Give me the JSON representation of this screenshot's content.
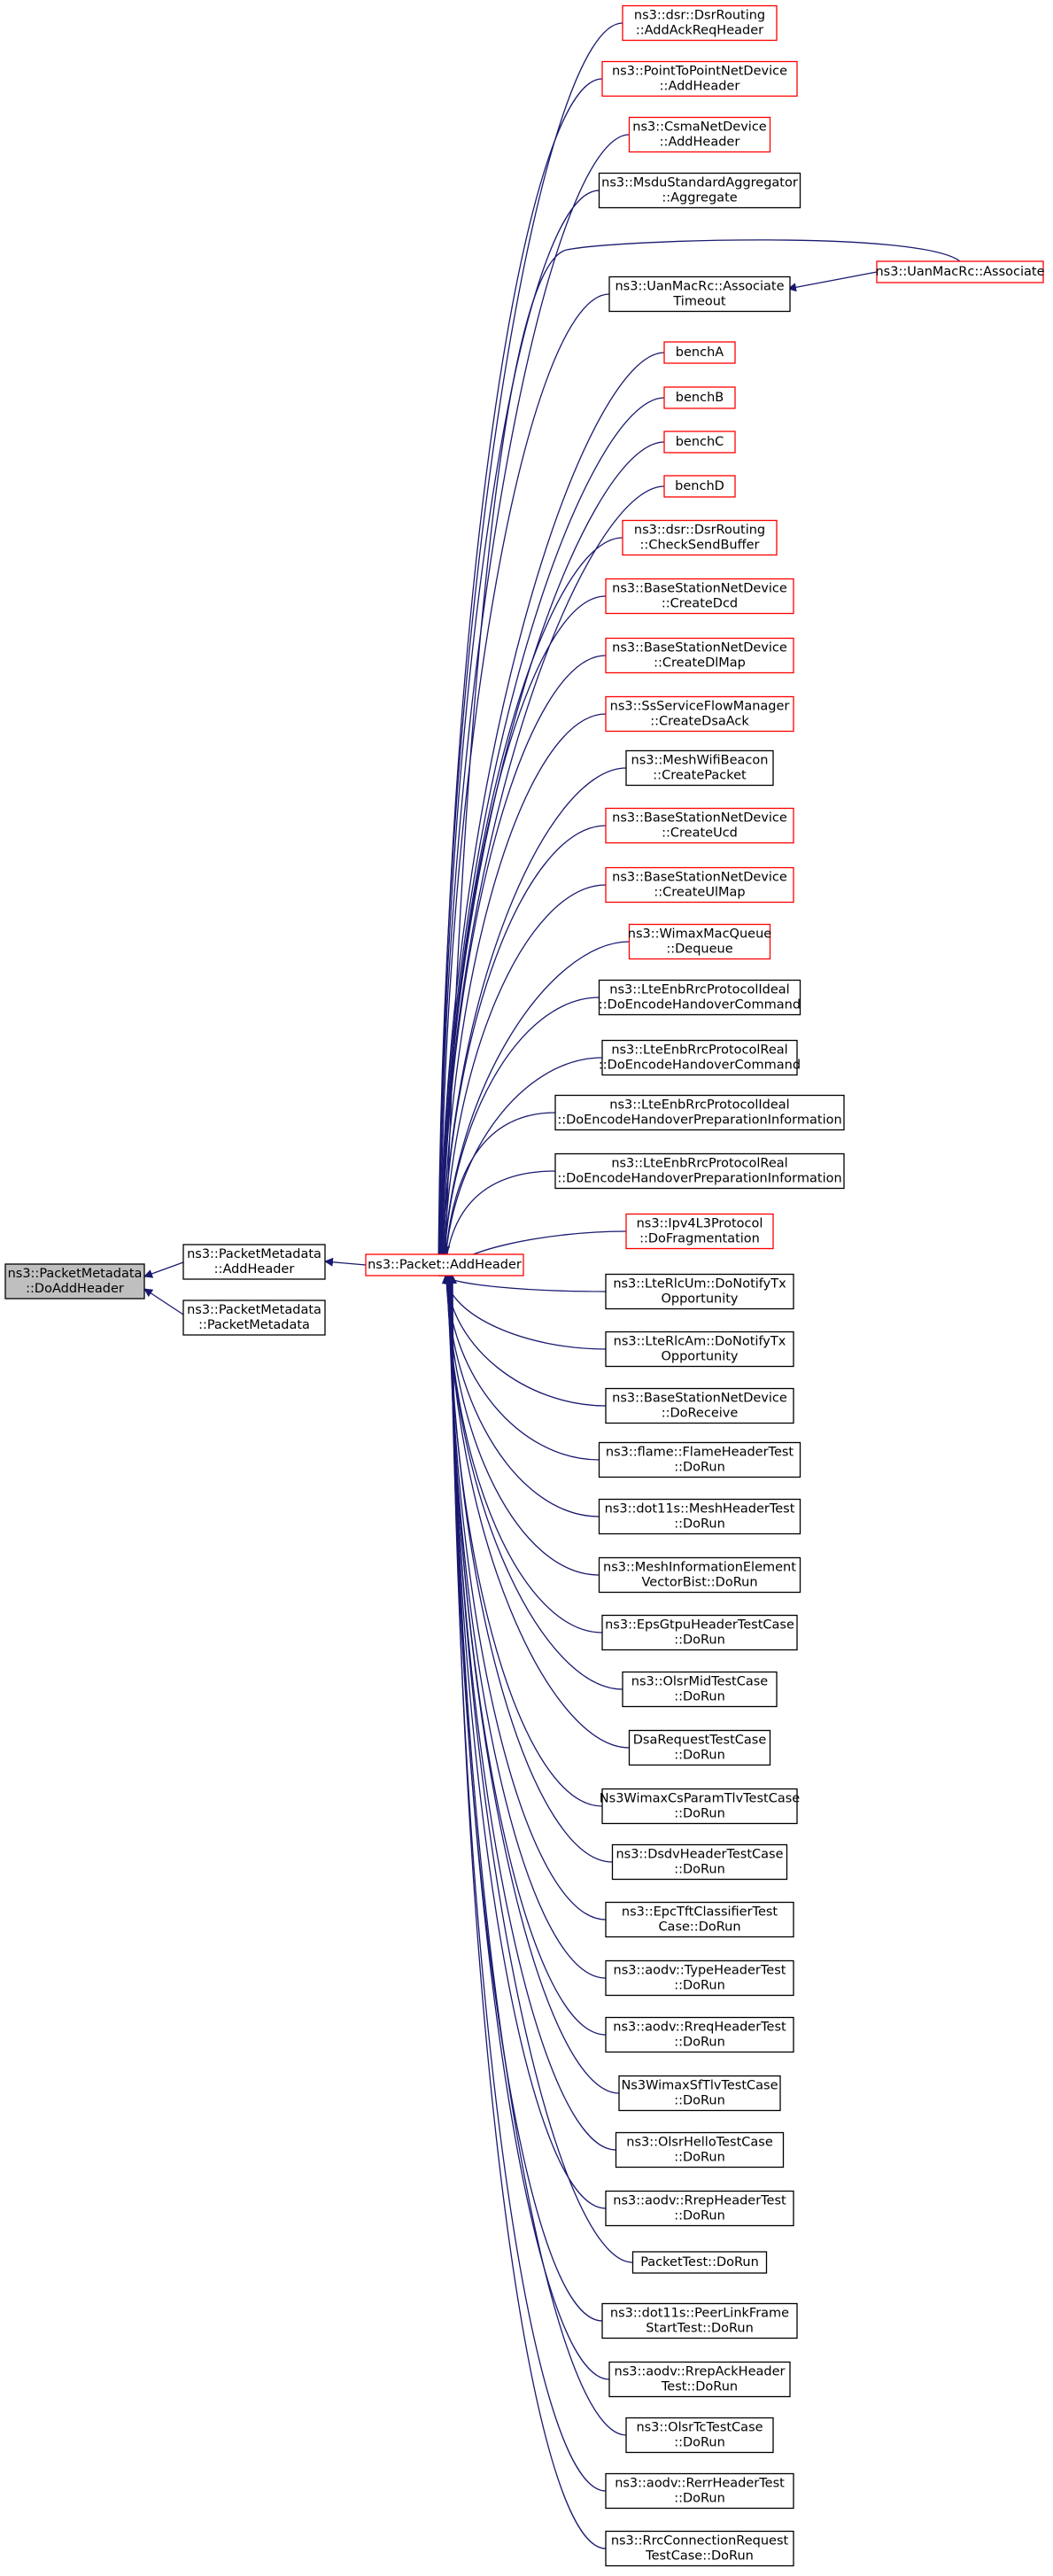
{
  "title": "ns3::PacketMetadata::DoAddHeader",
  "colors": {
    "edge": "#191970",
    "node_border_default": "#000000",
    "node_border_truncated": "#ff0000",
    "node_fill": "#ffffff",
    "focus_fill": "#bfbfbf",
    "background": "#ffffff"
  },
  "nodes": {
    "focus": {
      "lines": [
        "ns3::PacketMetadata",
        "::DoAddHeader"
      ],
      "style": "focus"
    },
    "pm_addheader": {
      "lines": [
        "ns3::PacketMetadata",
        "::AddHeader"
      ],
      "style": "normal"
    },
    "pm_packetmetadata": {
      "lines": [
        "ns3::PacketMetadata",
        "::PacketMetadata"
      ],
      "style": "normal"
    },
    "packet_addheader": {
      "lines": [
        "ns3::Packet::AddHeader"
      ],
      "style": "truncated"
    },
    "uanmacrc_associate": {
      "lines": [
        "ns3::UanMacRc::Associate"
      ],
      "style": "truncated"
    }
  },
  "callers": [
    {
      "lines": [
        "ns3::dsr::DsrRouting",
        "::AddAckReqHeader"
      ],
      "style": "truncated"
    },
    {
      "lines": [
        "ns3::PointToPointNetDevice",
        "::AddHeader"
      ],
      "style": "truncated"
    },
    {
      "lines": [
        "ns3::CsmaNetDevice",
        "::AddHeader"
      ],
      "style": "truncated"
    },
    {
      "lines": [
        "ns3::MsduStandardAggregator",
        "::Aggregate"
      ],
      "style": "normal"
    },
    {
      "lines": [
        "ns3::UanMacRc::Associate",
        "Timeout"
      ],
      "style": "normal"
    },
    {
      "lines": [
        "benchA"
      ],
      "style": "truncated"
    },
    {
      "lines": [
        "benchB"
      ],
      "style": "truncated"
    },
    {
      "lines": [
        "benchC"
      ],
      "style": "truncated"
    },
    {
      "lines": [
        "benchD"
      ],
      "style": "truncated"
    },
    {
      "lines": [
        "ns3::dsr::DsrRouting",
        "::CheckSendBuffer"
      ],
      "style": "truncated"
    },
    {
      "lines": [
        "ns3::BaseStationNetDevice",
        "::CreateDcd"
      ],
      "style": "truncated"
    },
    {
      "lines": [
        "ns3::BaseStationNetDevice",
        "::CreateDlMap"
      ],
      "style": "truncated"
    },
    {
      "lines": [
        "ns3::SsServiceFlowManager",
        "::CreateDsaAck"
      ],
      "style": "truncated"
    },
    {
      "lines": [
        "ns3::MeshWifiBeacon",
        "::CreatePacket"
      ],
      "style": "normal"
    },
    {
      "lines": [
        "ns3::BaseStationNetDevice",
        "::CreateUcd"
      ],
      "style": "truncated"
    },
    {
      "lines": [
        "ns3::BaseStationNetDevice",
        "::CreateUlMap"
      ],
      "style": "truncated"
    },
    {
      "lines": [
        "ns3::WimaxMacQueue",
        "::Dequeue"
      ],
      "style": "truncated"
    },
    {
      "lines": [
        "ns3::LteEnbRrcProtocolIdeal",
        "::DoEncodeHandoverCommand"
      ],
      "style": "normal"
    },
    {
      "lines": [
        "ns3::LteEnbRrcProtocolReal",
        "::DoEncodeHandoverCommand"
      ],
      "style": "normal"
    },
    {
      "lines": [
        "ns3::LteEnbRrcProtocolIdeal",
        "::DoEncodeHandoverPreparationInformation"
      ],
      "style": "normal"
    },
    {
      "lines": [
        "ns3::LteEnbRrcProtocolReal",
        "::DoEncodeHandoverPreparationInformation"
      ],
      "style": "normal"
    },
    {
      "lines": [
        "ns3::Ipv4L3Protocol",
        "::DoFragmentation"
      ],
      "style": "truncated"
    },
    {
      "lines": [
        "ns3::LteRlcUm::DoNotifyTx",
        "Opportunity"
      ],
      "style": "normal"
    },
    {
      "lines": [
        "ns3::LteRlcAm::DoNotifyTx",
        "Opportunity"
      ],
      "style": "normal"
    },
    {
      "lines": [
        "ns3::BaseStationNetDevice",
        "::DoReceive"
      ],
      "style": "normal"
    },
    {
      "lines": [
        "ns3::flame::FlameHeaderTest",
        "::DoRun"
      ],
      "style": "normal"
    },
    {
      "lines": [
        "ns3::dot11s::MeshHeaderTest",
        "::DoRun"
      ],
      "style": "normal"
    },
    {
      "lines": [
        "ns3::MeshInformationElement",
        "VectorBist::DoRun"
      ],
      "style": "normal"
    },
    {
      "lines": [
        "ns3::EpsGtpuHeaderTestCase",
        "::DoRun"
      ],
      "style": "normal"
    },
    {
      "lines": [
        "ns3::OlsrMidTestCase",
        "::DoRun"
      ],
      "style": "normal"
    },
    {
      "lines": [
        "DsaRequestTestCase",
        "::DoRun"
      ],
      "style": "normal"
    },
    {
      "lines": [
        "Ns3WimaxCsParamTlvTestCase",
        "::DoRun"
      ],
      "style": "normal"
    },
    {
      "lines": [
        "ns3::DsdvHeaderTestCase",
        "::DoRun"
      ],
      "style": "normal"
    },
    {
      "lines": [
        "ns3::EpcTftClassifierTest",
        "Case::DoRun"
      ],
      "style": "normal"
    },
    {
      "lines": [
        "ns3::aodv::TypeHeaderTest",
        "::DoRun"
      ],
      "style": "normal"
    },
    {
      "lines": [
        "ns3::aodv::RreqHeaderTest",
        "::DoRun"
      ],
      "style": "normal"
    },
    {
      "lines": [
        "Ns3WimaxSfTlvTestCase",
        "::DoRun"
      ],
      "style": "normal"
    },
    {
      "lines": [
        "ns3::OlsrHelloTestCase",
        "::DoRun"
      ],
      "style": "normal"
    },
    {
      "lines": [
        "ns3::aodv::RrepHeaderTest",
        "::DoRun"
      ],
      "style": "normal"
    },
    {
      "lines": [
        "PacketTest::DoRun"
      ],
      "style": "normal"
    },
    {
      "lines": [
        "ns3::dot11s::PeerLinkFrame",
        "StartTest::DoRun"
      ],
      "style": "normal"
    },
    {
      "lines": [
        "ns3::aodv::RrepAckHeader",
        "Test::DoRun"
      ],
      "style": "normal"
    },
    {
      "lines": [
        "ns3::OlsrTcTestCase",
        "::DoRun"
      ],
      "style": "normal"
    },
    {
      "lines": [
        "ns3::aodv::RerrHeaderTest",
        "::DoRun"
      ],
      "style": "normal"
    },
    {
      "lines": [
        "ns3::RrcConnectionRequest",
        "TestCase::DoRun"
      ],
      "style": "normal"
    }
  ]
}
